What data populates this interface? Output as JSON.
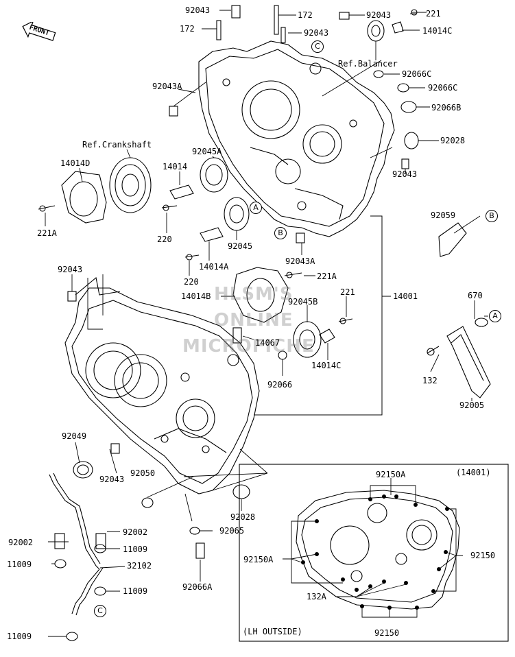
{
  "front_label": "FRONT",
  "watermark": [
    "HLSM'S",
    "ONLINE",
    "MICROFICHE"
  ],
  "inset": {
    "title": "(14001)",
    "caption": "(LH OUTSIDE)"
  },
  "refs": {
    "balancer": "Ref.Balancer",
    "crankshaft": "Ref.Crankshaft"
  },
  "circle_markers": [
    "A",
    "B",
    "C"
  ],
  "parts": [
    {
      "id": "p1",
      "text": "92043"
    },
    {
      "id": "p2",
      "text": "172"
    },
    {
      "id": "p3",
      "text": "172"
    },
    {
      "id": "p4",
      "text": "92043"
    },
    {
      "id": "p5",
      "text": "92043"
    },
    {
      "id": "p6",
      "text": "221"
    },
    {
      "id": "p7",
      "text": "14014C"
    },
    {
      "id": "p8",
      "text": "92043A"
    },
    {
      "id": "p9",
      "text": "92066C"
    },
    {
      "id": "p10",
      "text": "92066C"
    },
    {
      "id": "p11",
      "text": "92066B"
    },
    {
      "id": "p12",
      "text": "92028"
    },
    {
      "id": "p13",
      "text": "14014D"
    },
    {
      "id": "p14",
      "text": "92045A"
    },
    {
      "id": "p15",
      "text": "14014"
    },
    {
      "id": "p16",
      "text": "92043"
    },
    {
      "id": "p17",
      "text": "221A"
    },
    {
      "id": "p18",
      "text": "220"
    },
    {
      "id": "p19",
      "text": "92045"
    },
    {
      "id": "p20",
      "text": "92059"
    },
    {
      "id": "p21",
      "text": "14014A"
    },
    {
      "id": "p22",
      "text": "220"
    },
    {
      "id": "p23",
      "text": "92043A"
    },
    {
      "id": "p24",
      "text": "92043"
    },
    {
      "id": "p25",
      "text": "221A"
    },
    {
      "id": "p26",
      "text": "14014B"
    },
    {
      "id": "p27",
      "text": "221"
    },
    {
      "id": "p28",
      "text": "92045B"
    },
    {
      "id": "p29",
      "text": "14001"
    },
    {
      "id": "p30",
      "text": "670"
    },
    {
      "id": "p31",
      "text": "14067"
    },
    {
      "id": "p32",
      "text": "14014C"
    },
    {
      "id": "p33",
      "text": "92066"
    },
    {
      "id": "p34",
      "text": "132"
    },
    {
      "id": "p35",
      "text": "92005"
    },
    {
      "id": "p36",
      "text": "92049"
    },
    {
      "id": "p37",
      "text": "92043"
    },
    {
      "id": "p38",
      "text": "92050"
    },
    {
      "id": "p39",
      "text": "92150A"
    },
    {
      "id": "p40",
      "text": "92028"
    },
    {
      "id": "p41",
      "text": "92002"
    },
    {
      "id": "p42",
      "text": "92002"
    },
    {
      "id": "p43",
      "text": "11009"
    },
    {
      "id": "p44",
      "text": "92065"
    },
    {
      "id": "p45",
      "text": "92150"
    },
    {
      "id": "p46",
      "text": "92150A"
    },
    {
      "id": "p47",
      "text": "11009"
    },
    {
      "id": "p48",
      "text": "32102"
    },
    {
      "id": "p49",
      "text": "11009"
    },
    {
      "id": "p50",
      "text": "92066A"
    },
    {
      "id": "p51",
      "text": "132A"
    },
    {
      "id": "p52",
      "text": "92150"
    },
    {
      "id": "p53",
      "text": "11009"
    }
  ]
}
